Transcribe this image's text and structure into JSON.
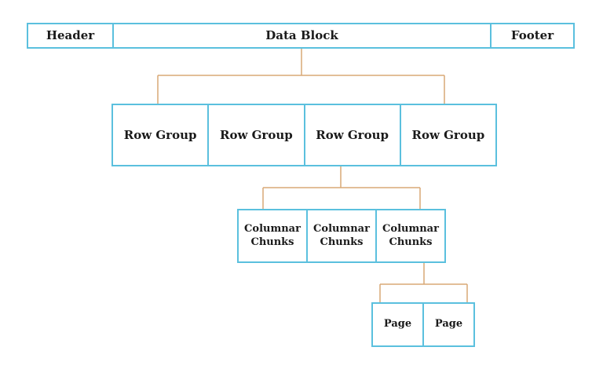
{
  "file": {
    "header_label": "Header",
    "data_block_label": "Data Block",
    "footer_label": "Footer"
  },
  "row_groups": [
    {
      "label": "Row Group"
    },
    {
      "label": "Row Group"
    },
    {
      "label": "Row Group"
    },
    {
      "label": "Row Group"
    }
  ],
  "column_chunks": [
    {
      "line1": "Columnar",
      "line2": "Chunks"
    },
    {
      "line1": "Columnar",
      "line2": "Chunks"
    },
    {
      "line1": "Columnar",
      "line2": "Chunks"
    }
  ],
  "pages": [
    {
      "label": "Page"
    },
    {
      "label": "Page"
    }
  ],
  "colors": {
    "box_border": "#5bc0de",
    "connector": "#d9a877",
    "text": "#1a1a1a"
  }
}
